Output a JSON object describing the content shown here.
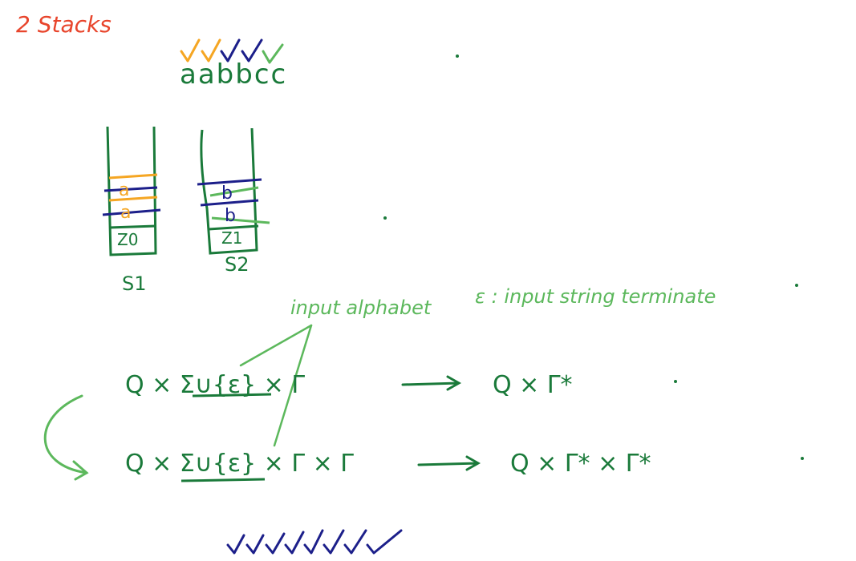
{
  "title": "2 Stacks",
  "input_string": "aabbcc",
  "stack1": {
    "label": "S1",
    "items": [
      "a",
      "a"
    ],
    "bottom": "Z0"
  },
  "stack2": {
    "label": "S2",
    "items": [
      "b",
      "b"
    ],
    "bottom": "Z1"
  },
  "note_input_alphabet": "input alphabet",
  "note_epsilon": "ε : input string terminate",
  "transition1": {
    "lhs": "Q × Σ∪{ε} × Γ",
    "rhs": "Q × Γ*"
  },
  "transition2": {
    "lhs": "Q × Σ∪{ε} × Γ × Γ",
    "rhs": "Q × Γ* × Γ*"
  },
  "colors": {
    "title": "#e8452c",
    "ink_green": "#1a7a3a",
    "light_green": "#5cb85c",
    "orange": "#f5a623",
    "navy": "#1c1f8a"
  },
  "icons": {
    "check": "checkmark-icon",
    "arrow": "arrow-icon"
  }
}
